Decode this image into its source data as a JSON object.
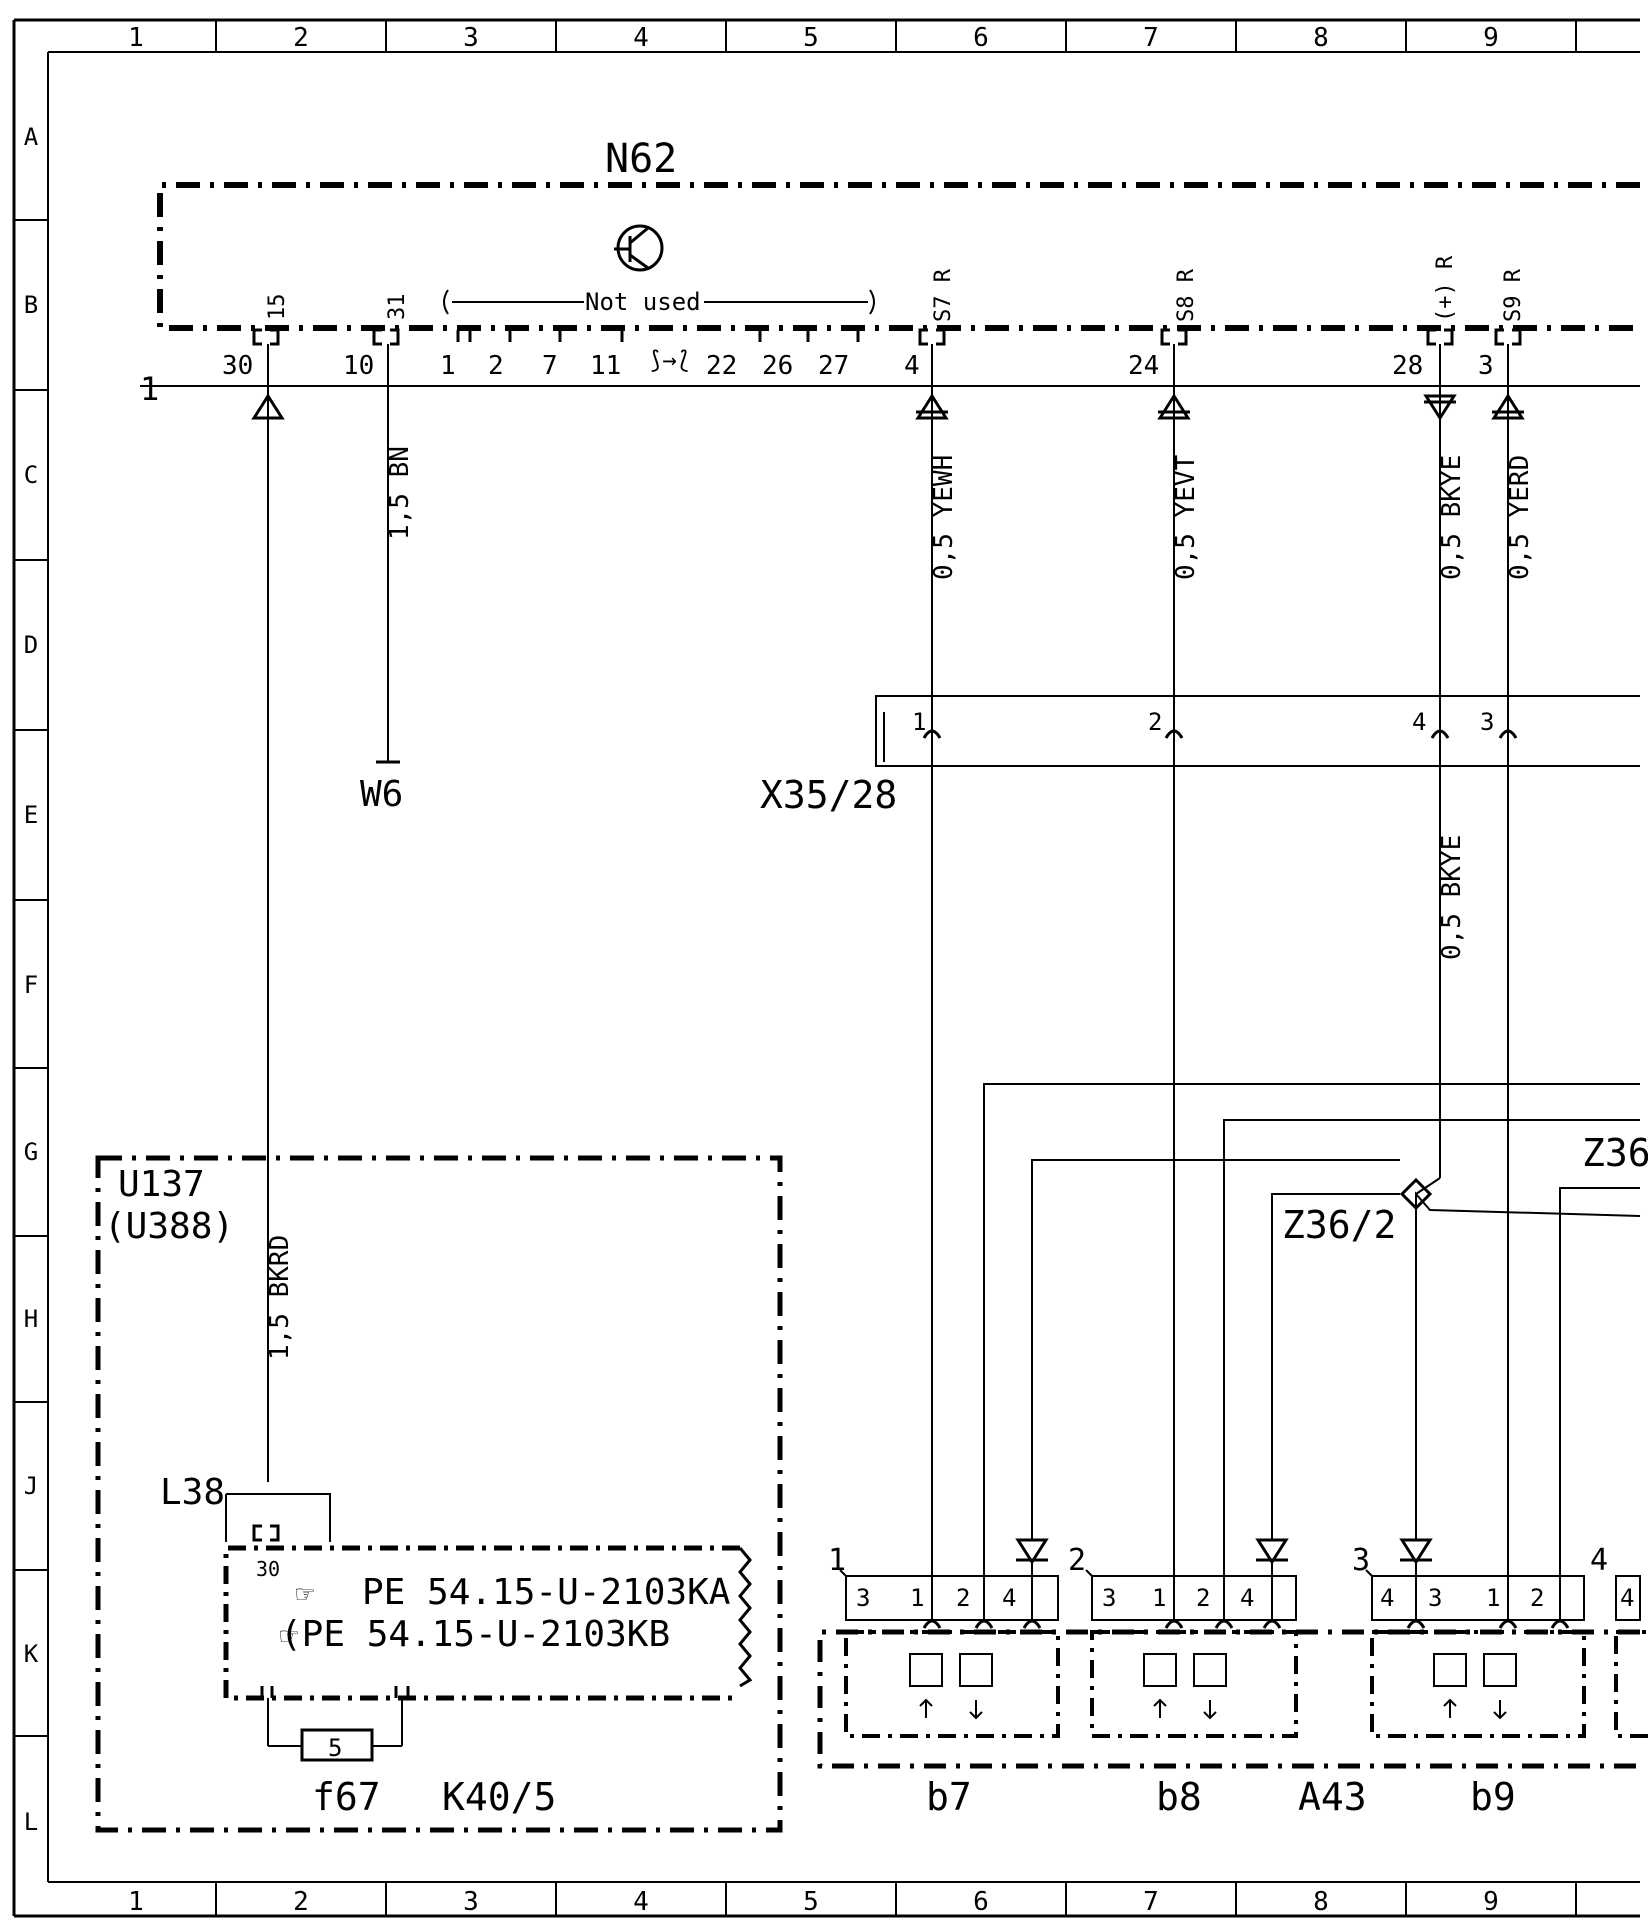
{
  "grid": {
    "columns": [
      "1",
      "2",
      "3",
      "4",
      "5",
      "6",
      "7",
      "8",
      "9"
    ],
    "rows": [
      "A",
      "B",
      "C",
      "D",
      "E",
      "F",
      "G",
      "H",
      "J",
      "K",
      "L"
    ]
  },
  "components": {
    "n62": "N62",
    "not_used": "Not used",
    "w6": "W6",
    "x35_28": "X35/28",
    "u137": "U137",
    "u388": "(U388)",
    "l38": "L38",
    "f67": "f67",
    "fuse_value": "5",
    "k40_5": "K40/5",
    "a43": "A43",
    "b7": "b7",
    "b8": "b8",
    "b9": "b9",
    "z36_2": "Z36/2",
    "z36_cut": "Z36",
    "pe_ref_1": "PE 54.15-U-2103KA",
    "pe_ref_2": "(PE 54.15-U-2103KB",
    "relay_pin": "30"
  },
  "n62_pins": {
    "p30": "30",
    "p15": "15",
    "p10": "10",
    "p31": "31",
    "p1": "1",
    "p2": "2",
    "p7": "7",
    "p11": "11",
    "p22": "22",
    "p26": "26",
    "p27": "27",
    "p4": "4",
    "s7": "S7 R",
    "p24": "24",
    "s8": "S8 R",
    "p28": "28",
    "plus": "(+) R",
    "p3": "3",
    "s9": "S9 R",
    "bus": "1"
  },
  "wires": {
    "w_bn": "1,5 BN",
    "w_yewh": "0,5 YEWH",
    "w_yevt": "0,5 YEVT",
    "w_bkye": "0,5 BKYE",
    "w_yerd": "0,5 YERD",
    "w_bkye2": "0,5 BKYE",
    "w_bkrd": "1,5 BKRD"
  },
  "x35_pins": {
    "p1": "1",
    "p2": "2",
    "p4": "4",
    "p3": "3"
  },
  "connectors": {
    "c1": "1",
    "c2": "2",
    "c3": "3",
    "c4": "4",
    "b7_pins": [
      "3",
      "1",
      "2",
      "4"
    ],
    "b8_pins": [
      "3",
      "1",
      "2",
      "4"
    ],
    "b9_pins": [
      "4",
      "3",
      "1",
      "2"
    ],
    "next_pin": "4"
  }
}
